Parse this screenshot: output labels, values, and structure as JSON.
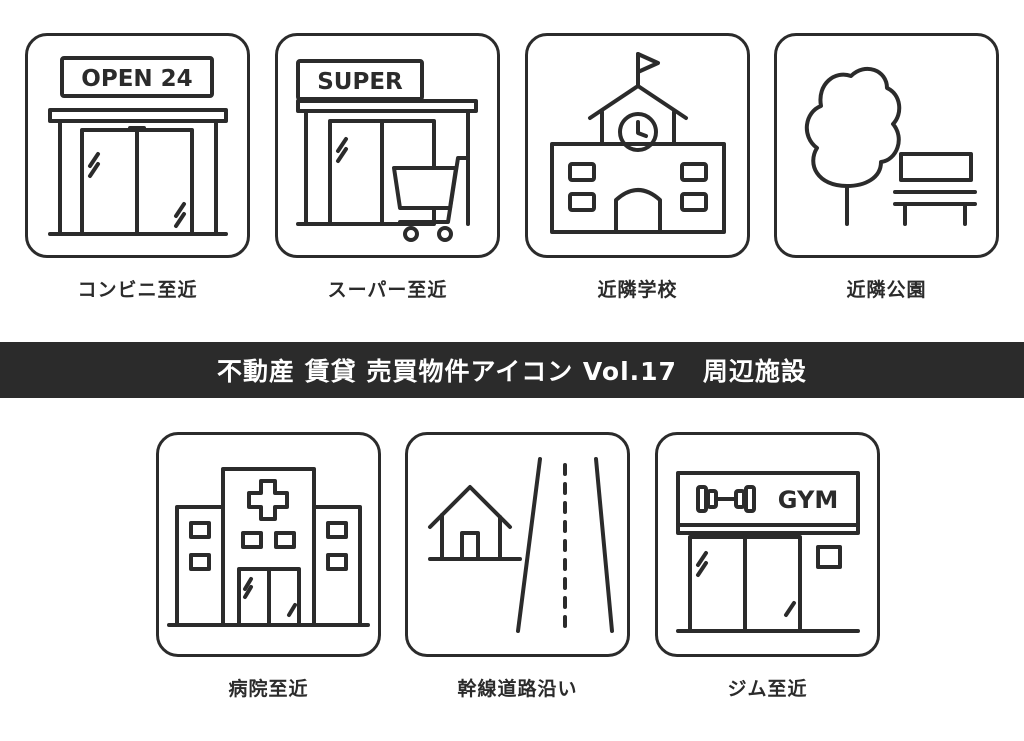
{
  "icons": [
    {
      "caption": "コンビニ至近",
      "sign": "OPEN 24",
      "icon": "convenience-store-icon"
    },
    {
      "caption": "スーパー至近",
      "sign": "SUPER",
      "icon": "supermarket-icon"
    },
    {
      "caption": "近隣学校",
      "icon": "school-icon"
    },
    {
      "caption": "近隣公園",
      "icon": "park-icon"
    },
    {
      "caption": "病院至近",
      "icon": "hospital-icon"
    },
    {
      "caption": "幹線道路沿い",
      "icon": "main-road-icon"
    },
    {
      "caption": "ジム至近",
      "sign": "GYM",
      "icon": "gym-icon"
    }
  ],
  "banner": {
    "title": "不動産 賃貸 売買物件アイコン Vol.17　周辺施設"
  },
  "colors": {
    "ink": "#2b2b2b",
    "background": "#ffffff",
    "banner_text": "#ffffff"
  }
}
